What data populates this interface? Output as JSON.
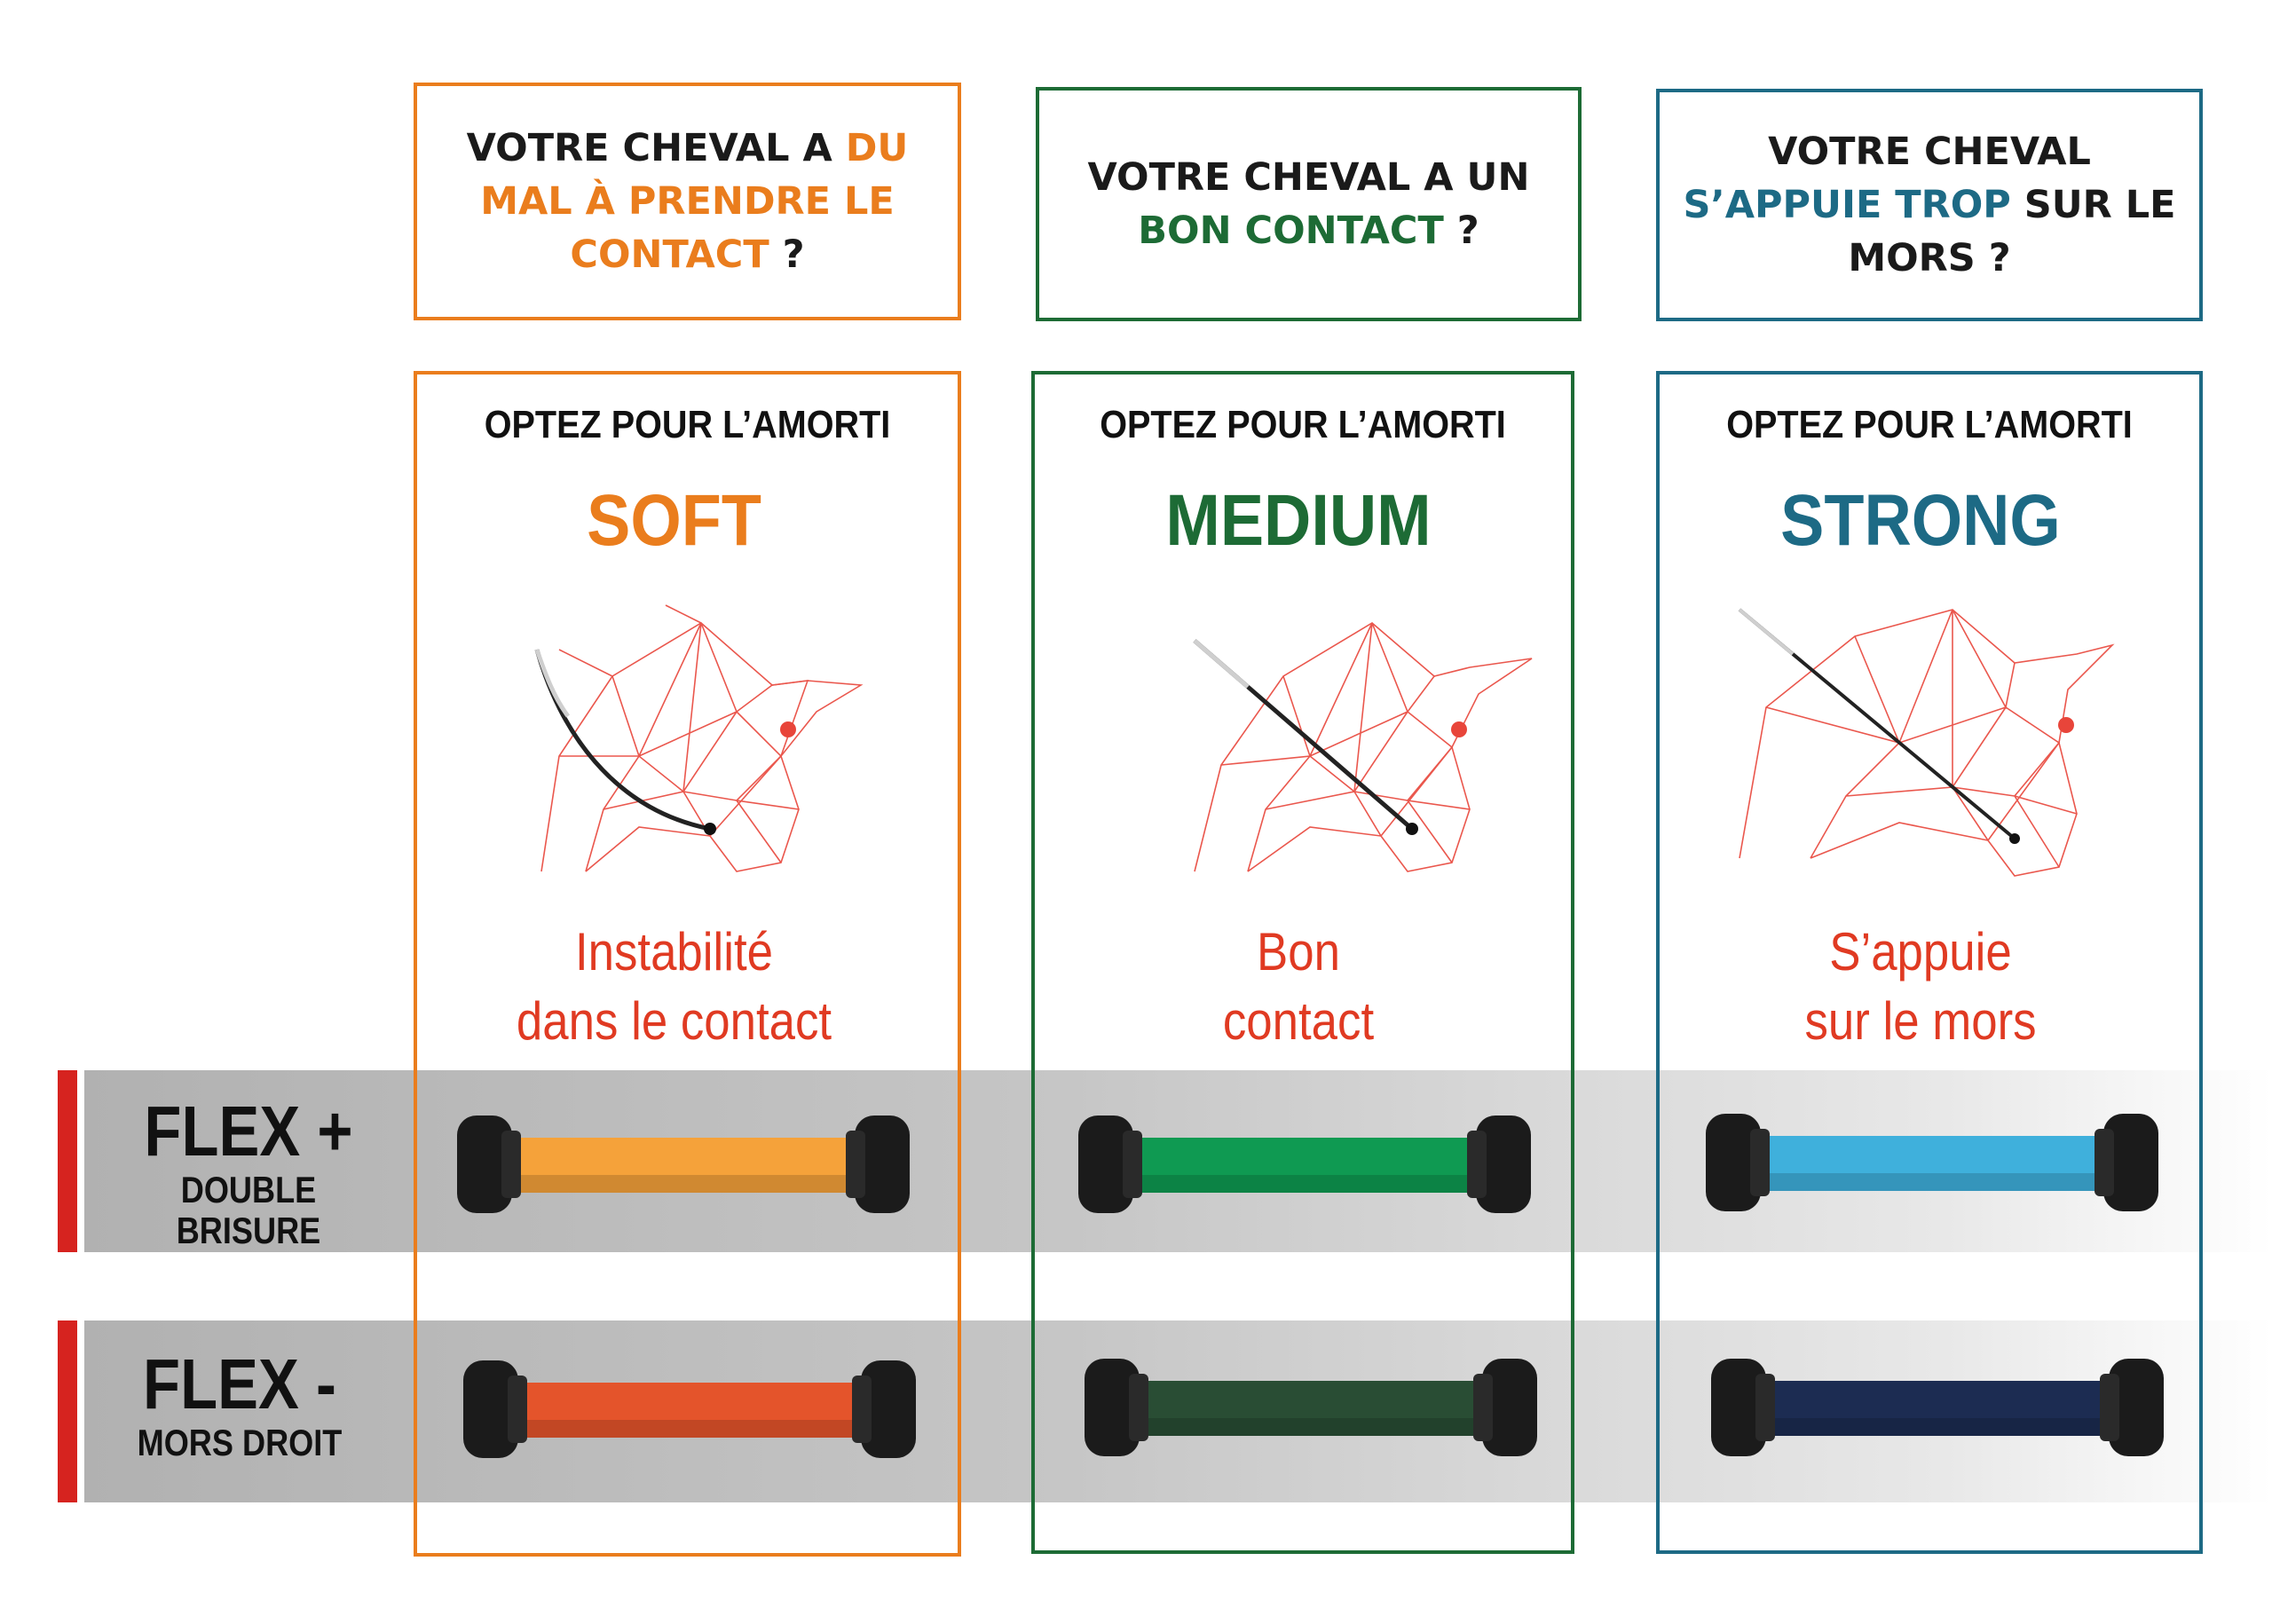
{
  "colors": {
    "soft": "#ea7d1d",
    "medium": "#1d6b35",
    "strong": "#1d6a85",
    "desc_red": "#e03a22",
    "row_red": "#d6231f"
  },
  "questions": [
    {
      "parts": [
        "VOTRE CHEVAL A ",
        "DU MAL À PRENDRE LE CONTACT",
        " ?"
      ]
    },
    {
      "parts": [
        "VOTRE CHEVAL A UN ",
        "BON CONTACT",
        " ?"
      ]
    },
    {
      "parts": [
        "VOTRE CHEVAL ",
        "S’APPUIE TROP",
        " SUR LE MORS ?"
      ]
    }
  ],
  "columns": [
    {
      "head": "OPTEZ POUR L’AMORTI",
      "level": "SOFT",
      "desc_line1": "Instabilité",
      "desc_line2": "dans le contact"
    },
    {
      "head": "OPTEZ POUR L’AMORTI",
      "level": "MEDIUM",
      "desc_line1": "Bon",
      "desc_line2": "contact"
    },
    {
      "head": "OPTEZ POUR L’AMORTI",
      "level": "STRONG",
      "desc_line1": "S’appuie",
      "desc_line2": "sur le mors"
    }
  ],
  "rows": [
    {
      "title": "FLEX +",
      "subtitle": "DOUBLE BRISURE",
      "bit_colors": [
        "#f5a23a",
        "#0f9a52",
        "#3fb0dc"
      ]
    },
    {
      "title": "FLEX -",
      "subtitle": "MORS DROIT",
      "bit_colors": [
        "#e4542b",
        "#294d34",
        "#1c2c52"
      ]
    }
  ]
}
